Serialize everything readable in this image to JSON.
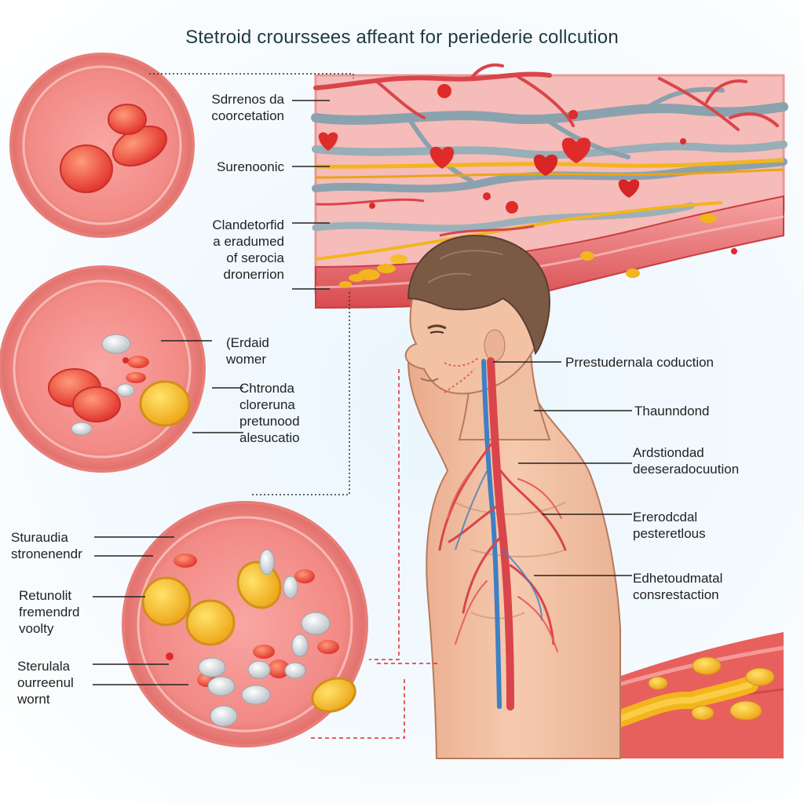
{
  "title": "Stetroid crourssees affeant  for periederie collcution",
  "labels": {
    "top": [
      "Sdrrenos da",
      "coorcetation"
    ],
    "surenoonic": "Surenoonic",
    "clandet": [
      "Clandetorfid",
      "a eradumed",
      "of serocia",
      "dronerrion"
    ],
    "erdaid": [
      "(Erdaid",
      "womer"
    ],
    "chtronda": [
      "Chtronda",
      "cloreruna",
      "pretunood",
      "alesucatio"
    ],
    "sturaudia": [
      "Sturaudia",
      "stronenendr"
    ],
    "retunolit": [
      "Retunolit",
      "fremendrd",
      "voolty"
    ],
    "sterulala": [
      "Sterulala",
      "ourreenul",
      "wornt"
    ],
    "prestud": "Prrestudernala coduction",
    "thaund": "Thaunndond",
    "ardst": [
      "Ardstiondad",
      "deeseradocuution"
    ],
    "erero": [
      "Ererodcdal",
      "pesteretlous"
    ],
    "edhet": [
      "Edhetoudmatal",
      "consrestaction"
    ]
  },
  "colors": {
    "vessel_red": "#d9454a",
    "tissue_pink": "#f7b3b0",
    "nerve_gray": "#8aa2ad",
    "fat_yellow": "#f2b51d",
    "skin": "#f3c2a4",
    "hair": "#7a5a45",
    "vein_blue": "#3f7fc4"
  }
}
